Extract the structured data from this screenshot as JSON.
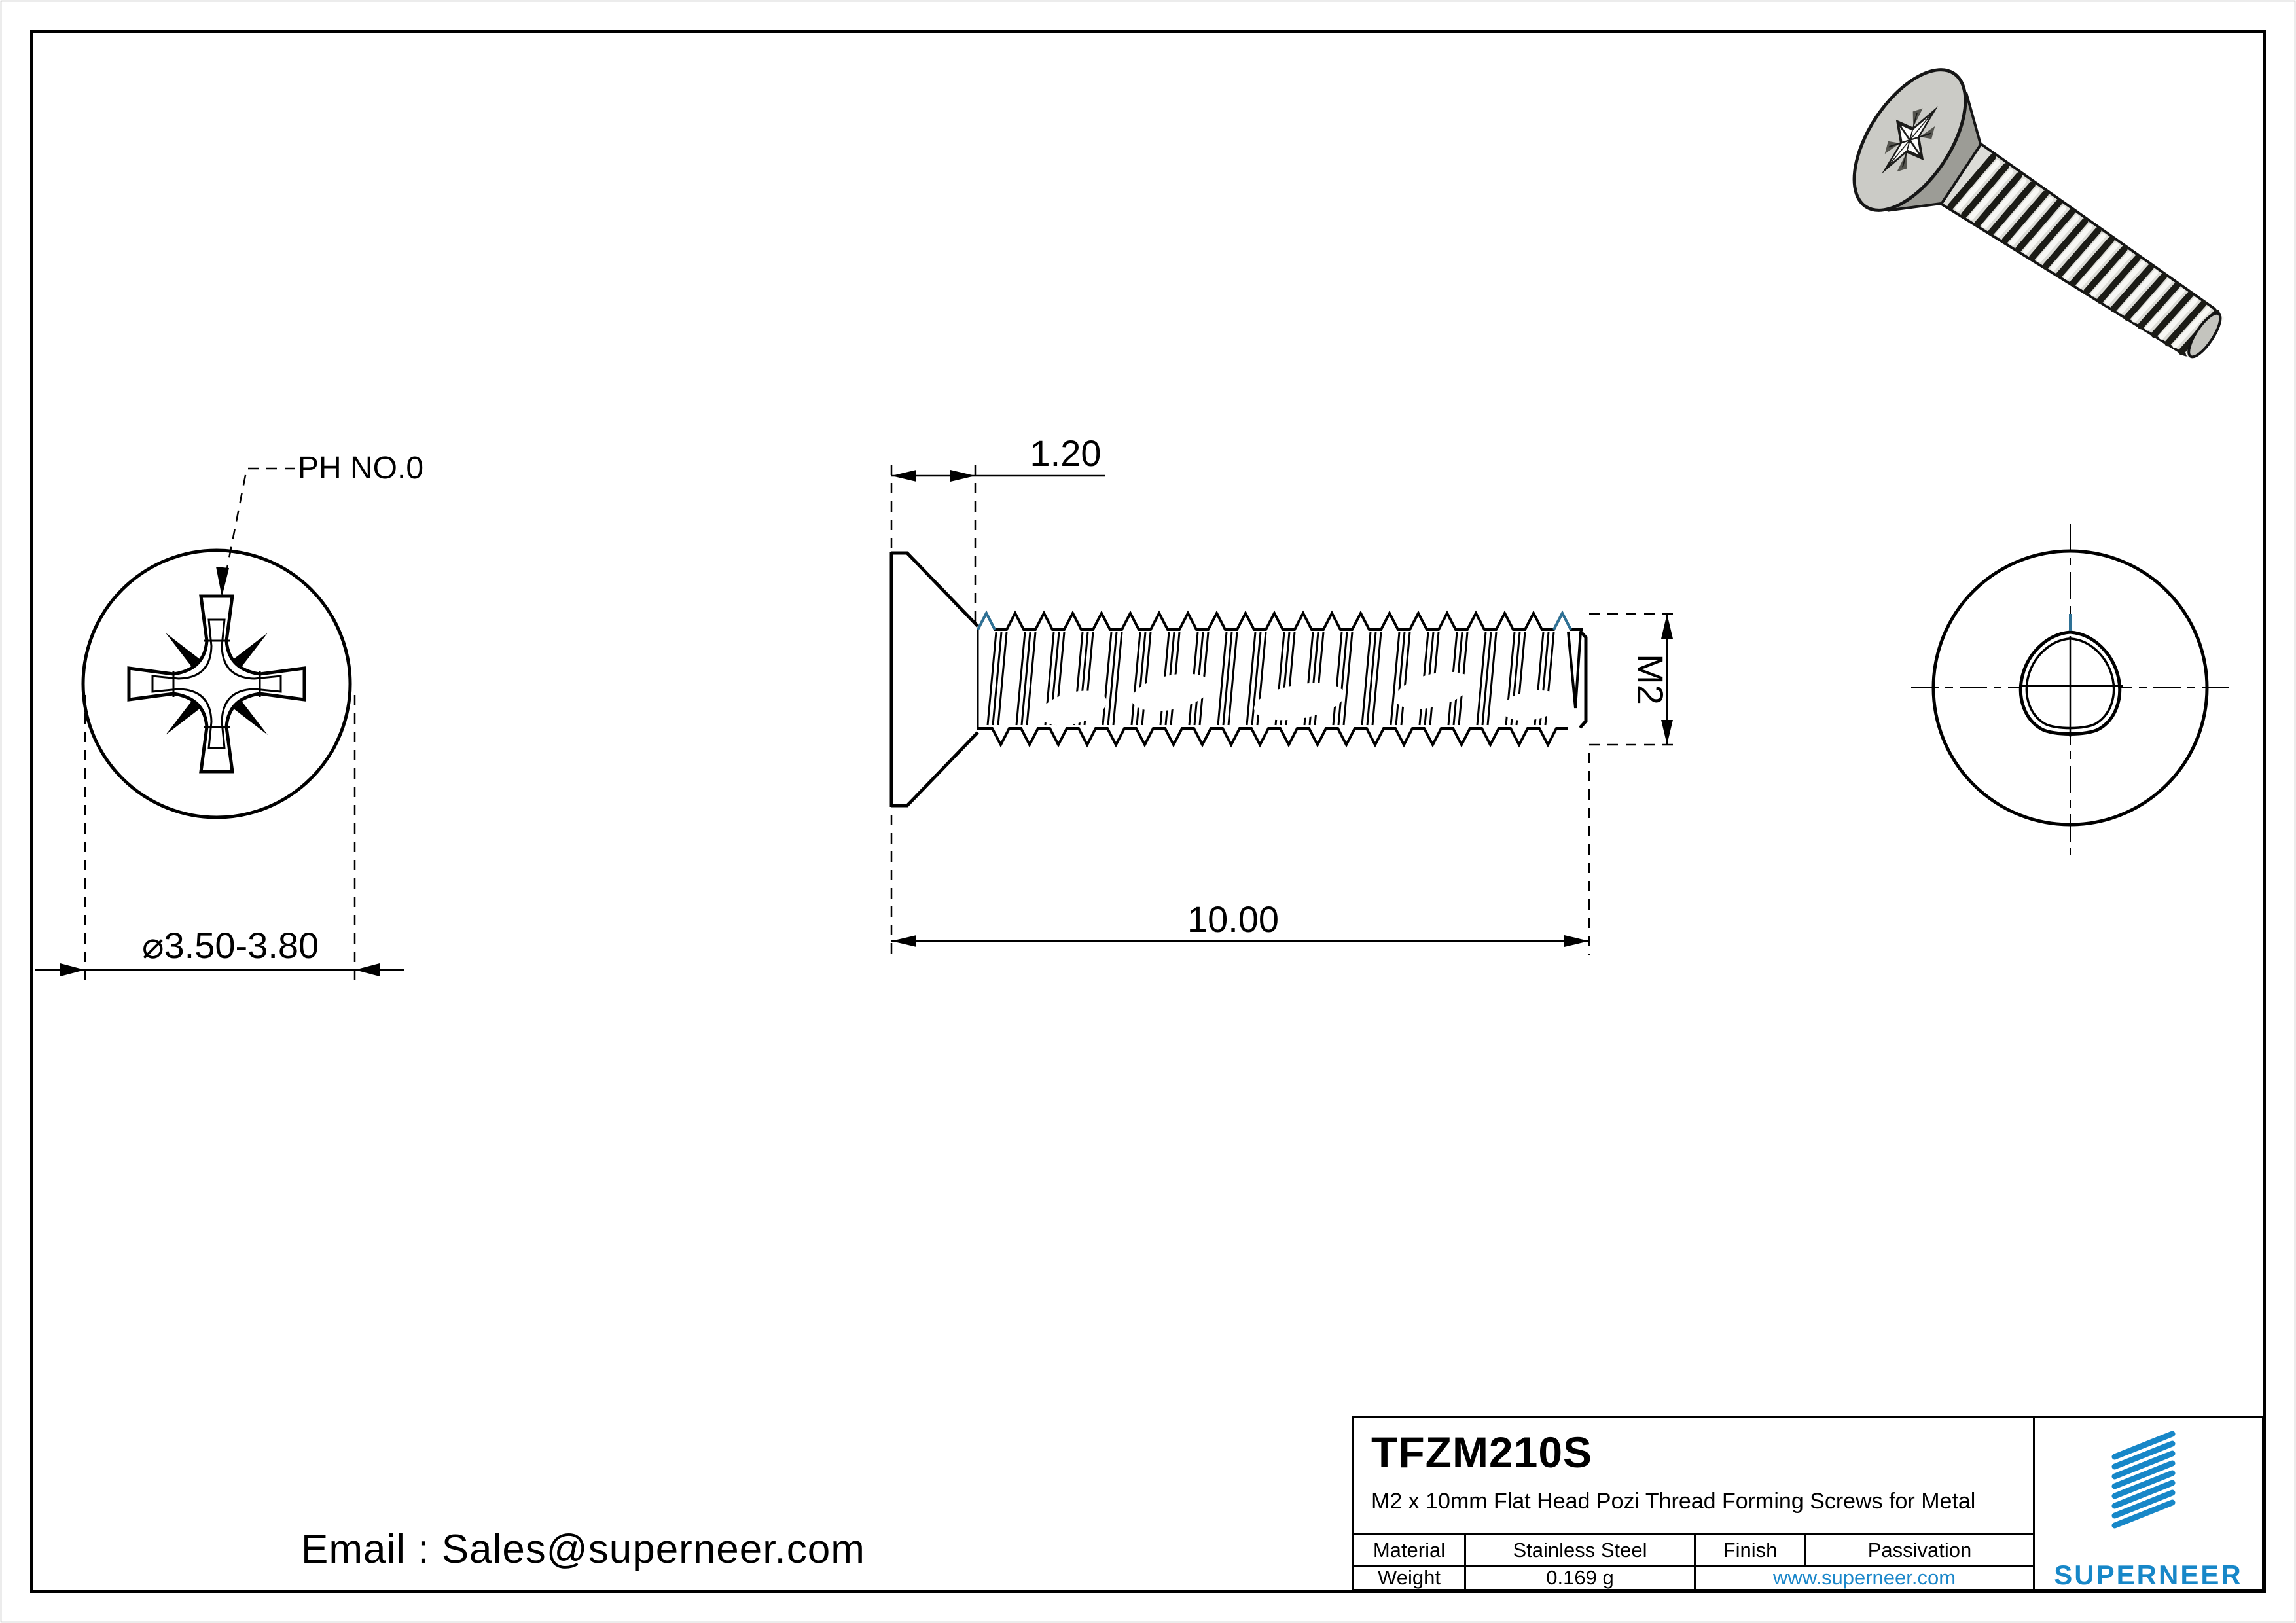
{
  "views": {
    "front": {
      "drive_label": "PH NO.0",
      "head_diameter": "⌀3.50-3.80"
    },
    "side": {
      "head_height": "1.20",
      "overall_length": "10.00",
      "thread_size": "M2"
    }
  },
  "title_block": {
    "part_number": "TFZM210S",
    "description": "M2 x 10mm Flat Head Pozi Thread Forming Screws for Metal",
    "material_label": "Material",
    "material_value": "Stainless Steel",
    "finish_label": "Finish",
    "finish_value": "Passivation",
    "weight_label": "Weight",
    "weight_value": "0.169 g",
    "website": "www.superneer.com",
    "brand": "SUPERNEER"
  },
  "footer": {
    "email": "Email : Sales@superneer.com"
  },
  "icons": {
    "logo": "superneer-hatch-logo"
  },
  "colors": {
    "accent_teal": "#2e7196",
    "brand_blue": "#1787c8",
    "link_blue": "#1b87ca",
    "line_black": "#000000"
  }
}
